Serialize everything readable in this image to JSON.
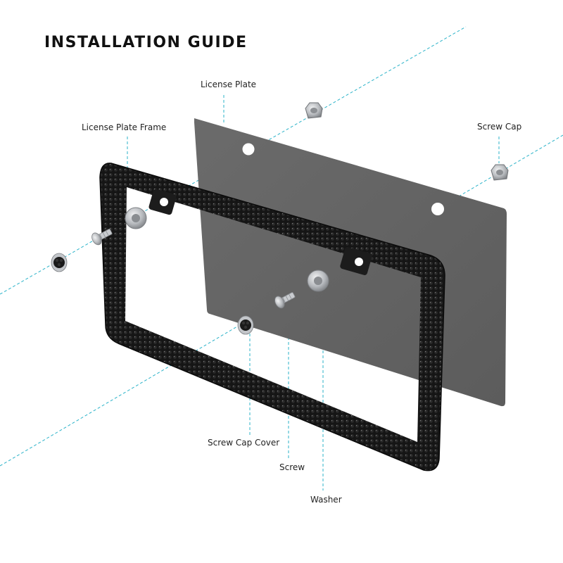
{
  "title": "INSTALLATION GUIDE",
  "labels": {
    "license_plate": "License Plate",
    "license_plate_frame": "License Plate Frame",
    "screw_cap": "Screw Cap",
    "screw_cap_cover": "Screw Cap Cover",
    "screw": "Screw",
    "washer": "Washer"
  },
  "colors": {
    "guide_line": "#2bb3c9",
    "plate": "#6e6e6e",
    "frame": "#141414",
    "hardware": "#b9bcc0"
  }
}
